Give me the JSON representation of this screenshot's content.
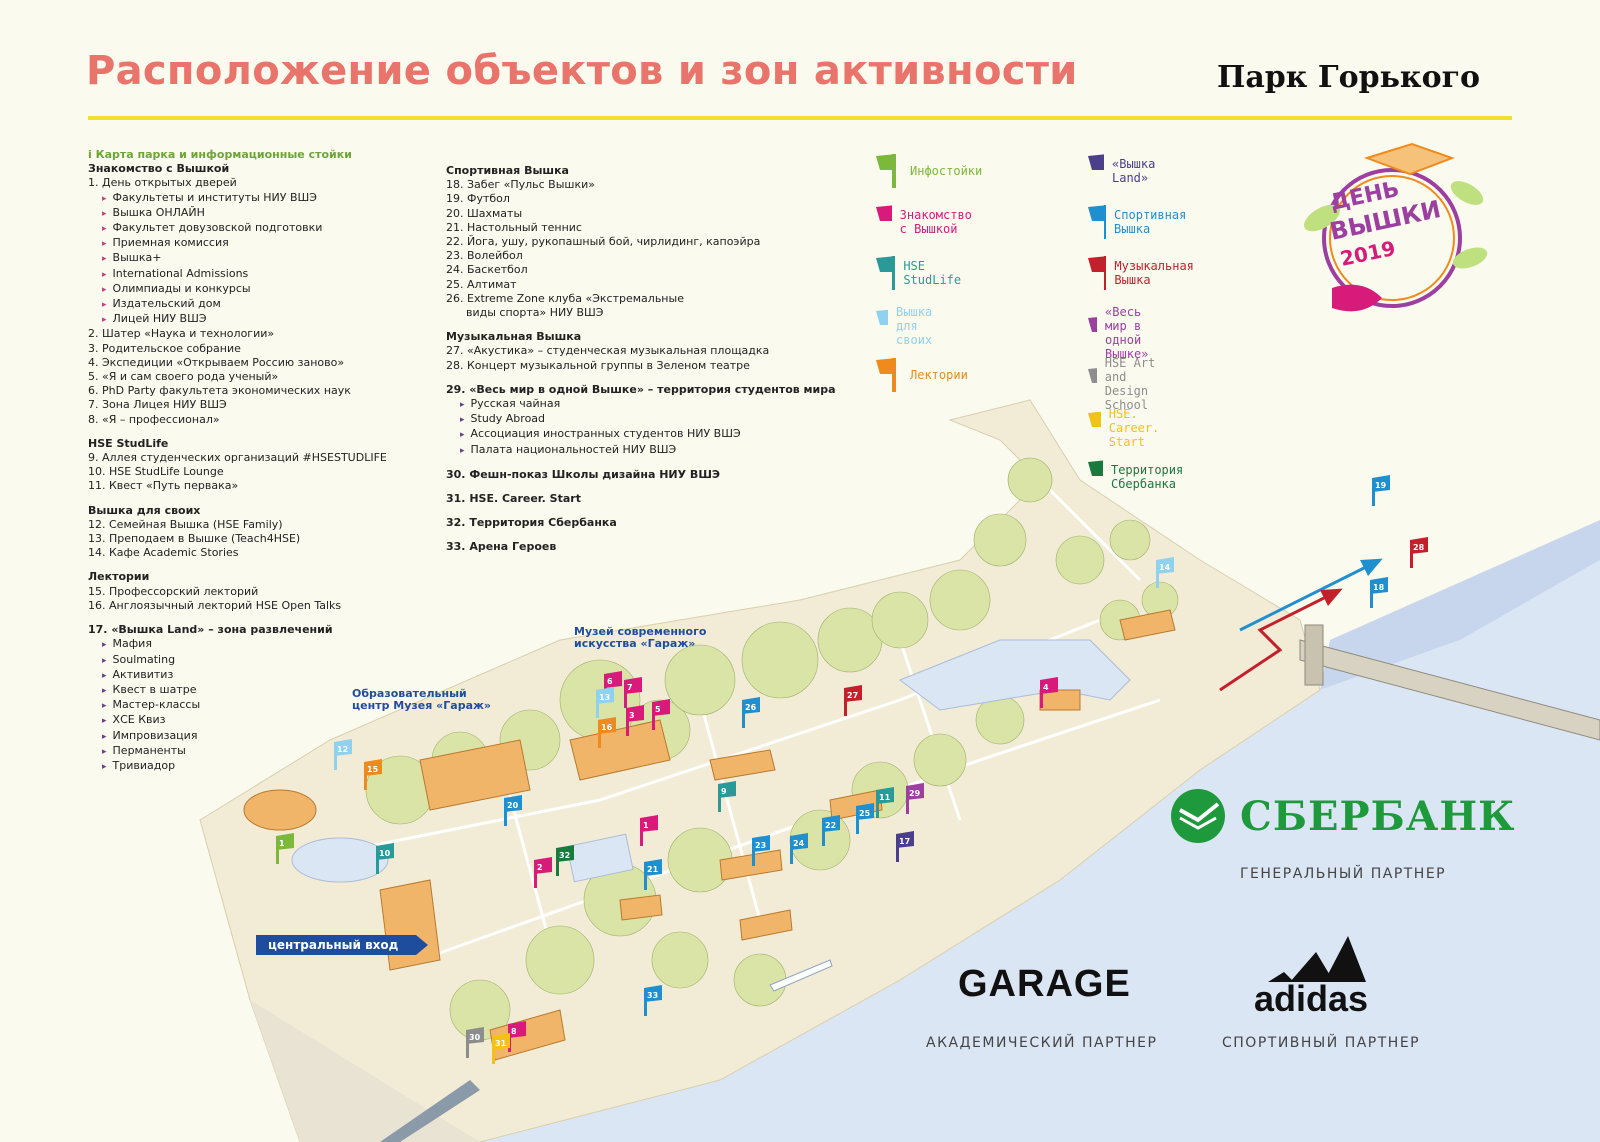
{
  "header": {
    "title": "Расположение объектов и зон активности",
    "brand": "Парк Горького"
  },
  "col1": {
    "info_line": "i Карта парка и информационные стойки",
    "sec_znak": "Знакомство с Вышкой",
    "i1": "1. День открытых дверей",
    "i1_subs": [
      "Факультеты и институты НИУ ВШЭ",
      "Вышка ОНЛАЙН",
      "Факультет довузовской подготовки",
      "Приемная комиссия",
      "Вышка+",
      "International Admissions",
      "Олимпиады и конкурсы",
      "Издательский дом",
      "Лицей НИУ ВШЭ"
    ],
    "i2": "2. Шатер «Наука и технологии»",
    "i3": "3. Родительское собрание",
    "i4": "4. Экспедиции «Открываем Россию заново»",
    "i5": "5. «Я и сам своего рода ученый»",
    "i6": "6. PhD Party факультета экономических наук",
    "i7": "7. Зона Лицея НИУ ВШЭ",
    "i8": "8. «Я – профессионал»",
    "sec_studlife": "HSE StudLife",
    "i9": "9. Аллея студенческих организаций #HSESTUDLIFE",
    "i10": "10. HSE StudLife Lounge",
    "i11": "11. Квест «Путь первака»",
    "sec_svoih": "Вышка для своих",
    "i12": "12. Семейная Вышка (HSE Family)",
    "i13": "13. Преподаем в Вышке (Teach4HSE)",
    "i14": "14. Кафе Academic Stories",
    "sec_lect": "Лектории",
    "i15": "15. Профессорский лекторий",
    "i16": "16. Англоязычный лекторий HSE Open Talks",
    "i17": "17. «Вышка Land» – зона развлечений",
    "i17_subs": [
      "Мафия",
      "Soulmating",
      "Активитиз",
      "Квест в шатре",
      "Мастер-классы",
      "ХСЕ Квиз",
      "Импровизация",
      "Перманенты",
      "Тривиадор"
    ]
  },
  "col2": {
    "sec_sport": "Спортивная Вышка",
    "i18": "18. Забег «Пульс Вышки»",
    "i19": "19. Футбол",
    "i20": "20. Шахматы",
    "i21": "21. Настольный теннис",
    "i22": "22. Йога, ушу, рукопашный бой, чирлидинг, капоэйра",
    "i23": "23. Волейбол",
    "i24": "24. Баскетбол",
    "i25": "25. Алтимат",
    "i26a": "26. Extreme Zone клуба «Экстремальные",
    "i26b": "виды спорта» НИУ ВШЭ",
    "sec_music": "Музыкальная Вышка",
    "i27": "27. «Акустика» – студенческая музыкальная площадка",
    "i28": "28. Концерт музыкальной группы в Зеленом театре",
    "i29": "29. «Весь мир в одной Вышке» – территория студентов мира",
    "i29_subs": [
      "Русская чайная",
      "Study Abroad",
      "Ассоциация иностранных студентов НИУ ВШЭ",
      "Палата национальностей НИУ ВШЭ"
    ],
    "i30": "30. Фешн-показ Школы дизайна НИУ ВШЭ",
    "i31": "31. HSE. Career. Start",
    "i32": "32. Территория Сбербанка",
    "i33": "33. Арена Героев"
  },
  "legend": [
    {
      "label": "Инфостойки",
      "color": "#7cb83a"
    },
    {
      "label": "Знакомство с Вышкой",
      "color": "#d81b7a"
    },
    {
      "label": "HSE StudLife",
      "color": "#2a9a98"
    },
    {
      "label": "Вышка для своих",
      "color": "#8fd2f0"
    },
    {
      "label": "Лектории",
      "color": "#f08a1c"
    },
    {
      "label": "«Вышка Land»",
      "color": "#4b3f8c"
    },
    {
      "label": "Спортивная Вышка",
      "color": "#1f8fd0"
    },
    {
      "label": "Музыкальная Вышка",
      "color": "#c4202b"
    },
    {
      "label": "«Весь мир в одной Вышке»",
      "color": "#9c3fa0"
    },
    {
      "label": "HSE Art and Design School",
      "color": "#8d8d8d"
    },
    {
      "label": "HSE. Career. Start",
      "color": "#f2c217"
    },
    {
      "label": "Территория Сбербанка",
      "color": "#1a7a3e"
    }
  ],
  "badge": {
    "line1": "ДЕНЬ",
    "line2": "ВЫШКИ",
    "year": "2019"
  },
  "map": {
    "entrance_label": "центральный вход",
    "edu_center_line1": "Образовательный",
    "edu_center_line2": "центр Музея «Гараж»",
    "museum_line1": "Музей современного",
    "museum_line2": "искусства «Гараж»",
    "flags": [
      {
        "n": "1",
        "color": "#7cb83a"
      },
      {
        "n": "1",
        "color": "#d81b7a"
      },
      {
        "n": "2",
        "color": "#d81b7a"
      },
      {
        "n": "3",
        "color": "#d81b7a"
      },
      {
        "n": "4",
        "color": "#d81b7a"
      },
      {
        "n": "5",
        "color": "#d81b7a"
      },
      {
        "n": "6",
        "color": "#d81b7a"
      },
      {
        "n": "7",
        "color": "#d81b7a"
      },
      {
        "n": "8",
        "color": "#d81b7a"
      },
      {
        "n": "9",
        "color": "#2a9a98"
      },
      {
        "n": "10",
        "color": "#2a9a98"
      },
      {
        "n": "11",
        "color": "#2a9a98"
      },
      {
        "n": "12",
        "color": "#8fd2f0"
      },
      {
        "n": "13",
        "color": "#8fd2f0"
      },
      {
        "n": "14",
        "color": "#8fd2f0"
      },
      {
        "n": "15",
        "color": "#f08a1c"
      },
      {
        "n": "16",
        "color": "#f08a1c"
      },
      {
        "n": "17",
        "color": "#4b3f8c"
      },
      {
        "n": "18",
        "color": "#1f8fd0"
      },
      {
        "n": "19",
        "color": "#1f8fd0"
      },
      {
        "n": "20",
        "color": "#1f8fd0"
      },
      {
        "n": "21",
        "color": "#1f8fd0"
      },
      {
        "n": "22",
        "color": "#1f8fd0"
      },
      {
        "n": "23",
        "color": "#1f8fd0"
      },
      {
        "n": "24",
        "color": "#1f8fd0"
      },
      {
        "n": "25",
        "color": "#1f8fd0"
      },
      {
        "n": "26",
        "color": "#1f8fd0"
      },
      {
        "n": "27",
        "color": "#c4202b"
      },
      {
        "n": "28",
        "color": "#c4202b"
      },
      {
        "n": "29",
        "color": "#9c3fa0"
      },
      {
        "n": "30",
        "color": "#8d8d8d"
      },
      {
        "n": "31",
        "color": "#f2c217"
      },
      {
        "n": "32",
        "color": "#1a7a3e"
      },
      {
        "n": "33",
        "color": "#1f8fd0"
      }
    ]
  },
  "partners": {
    "sber_name": "СБЕРБАНК",
    "sber_caption": "ГЕНЕРАЛЬНЫЙ ПАРТНЕР",
    "garage_name": "GARAGE",
    "garage_caption": "АКАДЕМИЧЕСКИЙ ПАРТНЕР",
    "adidas_name": "adidas",
    "adidas_caption": "СПОРТИВНЫЙ ПАРТНЕР"
  }
}
